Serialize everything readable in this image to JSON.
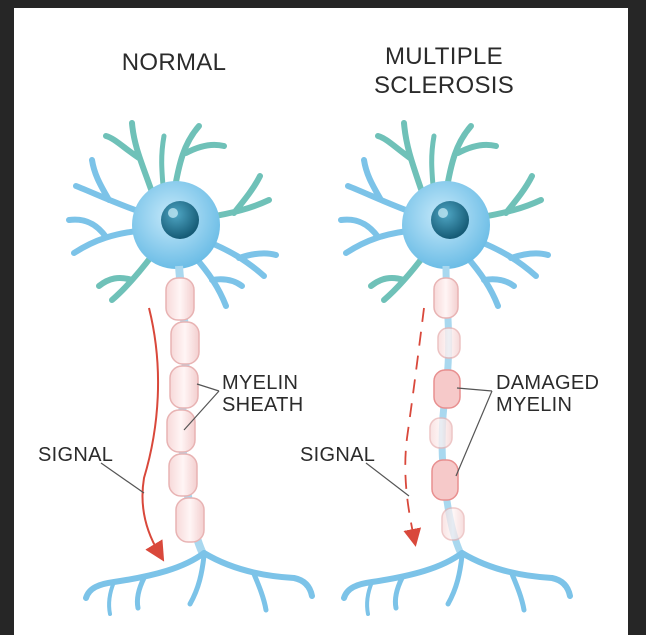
{
  "panels": [
    {
      "title": "NORMAL",
      "labels": {
        "sheath": "MYELIN\nSHEATH",
        "signal": "SIGNAL"
      }
    },
    {
      "title": "MULTIPLE\nSCLEROSIS",
      "labels": {
        "sheath": "DAMAGED\nMYELIN",
        "signal": "SIGNAL"
      }
    }
  ],
  "colors": {
    "background": "#262626",
    "canvas": "#ffffff",
    "dendrite_teal": "#6fc1b8",
    "dendrite_blue": "#7cc3e8",
    "soma": "#8fd0f0",
    "nucleus": "#1d6f8e",
    "axon": "#a9d8ef",
    "myelin_fill": "#fbe6e6",
    "myelin_stroke": "#e8b3b3",
    "damaged_myelin": "#e88f8f",
    "signal": "#d9483b",
    "pointer_line": "#555555"
  }
}
